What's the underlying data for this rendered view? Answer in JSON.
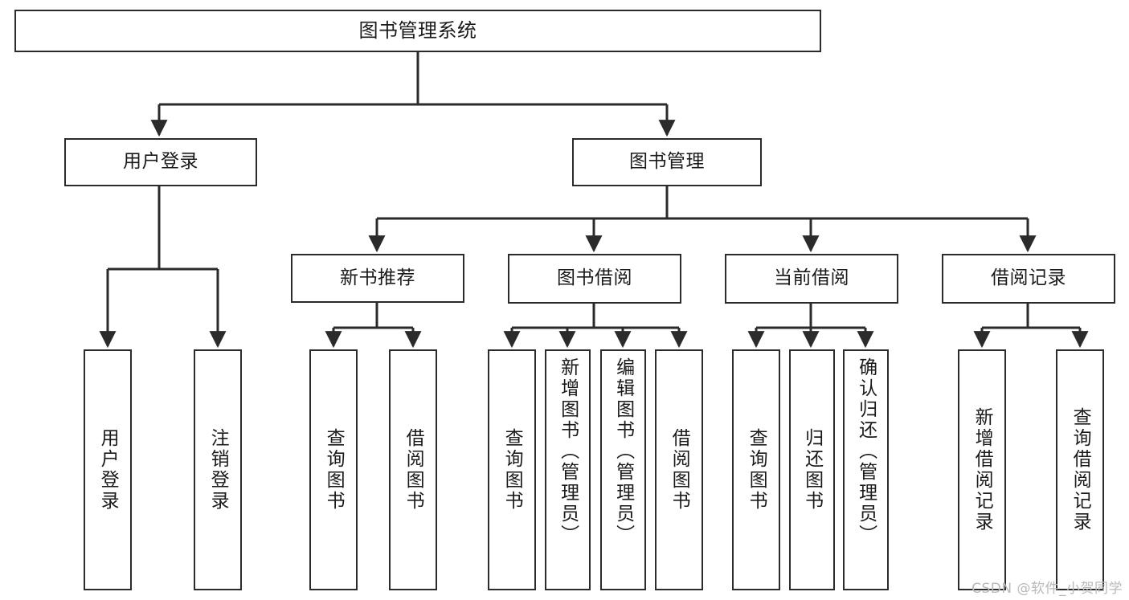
{
  "diagram": {
    "type": "tree-hierarchy",
    "title": "图书管理系统",
    "watermark": "CSDN @软件_小贺同学",
    "colors": {
      "stroke": "#2b2b2b",
      "fill": "#ffffff",
      "text": "#1a1a1a",
      "watermark": "#b9b9b9"
    },
    "nodes": {
      "root": {
        "label": "图书管理系统"
      },
      "level1": [
        {
          "id": "user-login",
          "label": "用户登录"
        },
        {
          "id": "book-manage",
          "label": "图书管理"
        }
      ],
      "level2": [
        {
          "id": "new-book-rec",
          "label": "新书推荐"
        },
        {
          "id": "book-borrow",
          "label": "图书借阅"
        },
        {
          "id": "current-borrow",
          "label": "当前借阅"
        },
        {
          "id": "borrow-record",
          "label": "借阅记录"
        }
      ],
      "leaves": {
        "user_login": [
          {
            "id": "leaf-user-login",
            "label": "用户登录"
          },
          {
            "id": "leaf-logout-login",
            "label": "注销登录"
          }
        ],
        "new_book_rec": [
          {
            "id": "leaf-query-book-1",
            "label": "查询图书"
          },
          {
            "id": "leaf-borrow-book-1",
            "label": "借阅图书"
          }
        ],
        "book_borrow": [
          {
            "id": "leaf-query-book-2",
            "label": "查询图书"
          },
          {
            "id": "leaf-add-book",
            "label": "新增图书（管理员）"
          },
          {
            "id": "leaf-edit-book",
            "label": "编辑图书（管理员）"
          },
          {
            "id": "leaf-borrow-book-2",
            "label": "借阅图书"
          }
        ],
        "current_borrow": [
          {
            "id": "leaf-query-book-3",
            "label": "查询图书"
          },
          {
            "id": "leaf-return-book",
            "label": "归还图书"
          },
          {
            "id": "leaf-confirm-return",
            "label": "确认归还（管理员）"
          }
        ],
        "borrow_record": [
          {
            "id": "leaf-add-record",
            "label": "新增借阅记录"
          },
          {
            "id": "leaf-query-record",
            "label": "查询借阅记录"
          }
        ]
      }
    }
  }
}
